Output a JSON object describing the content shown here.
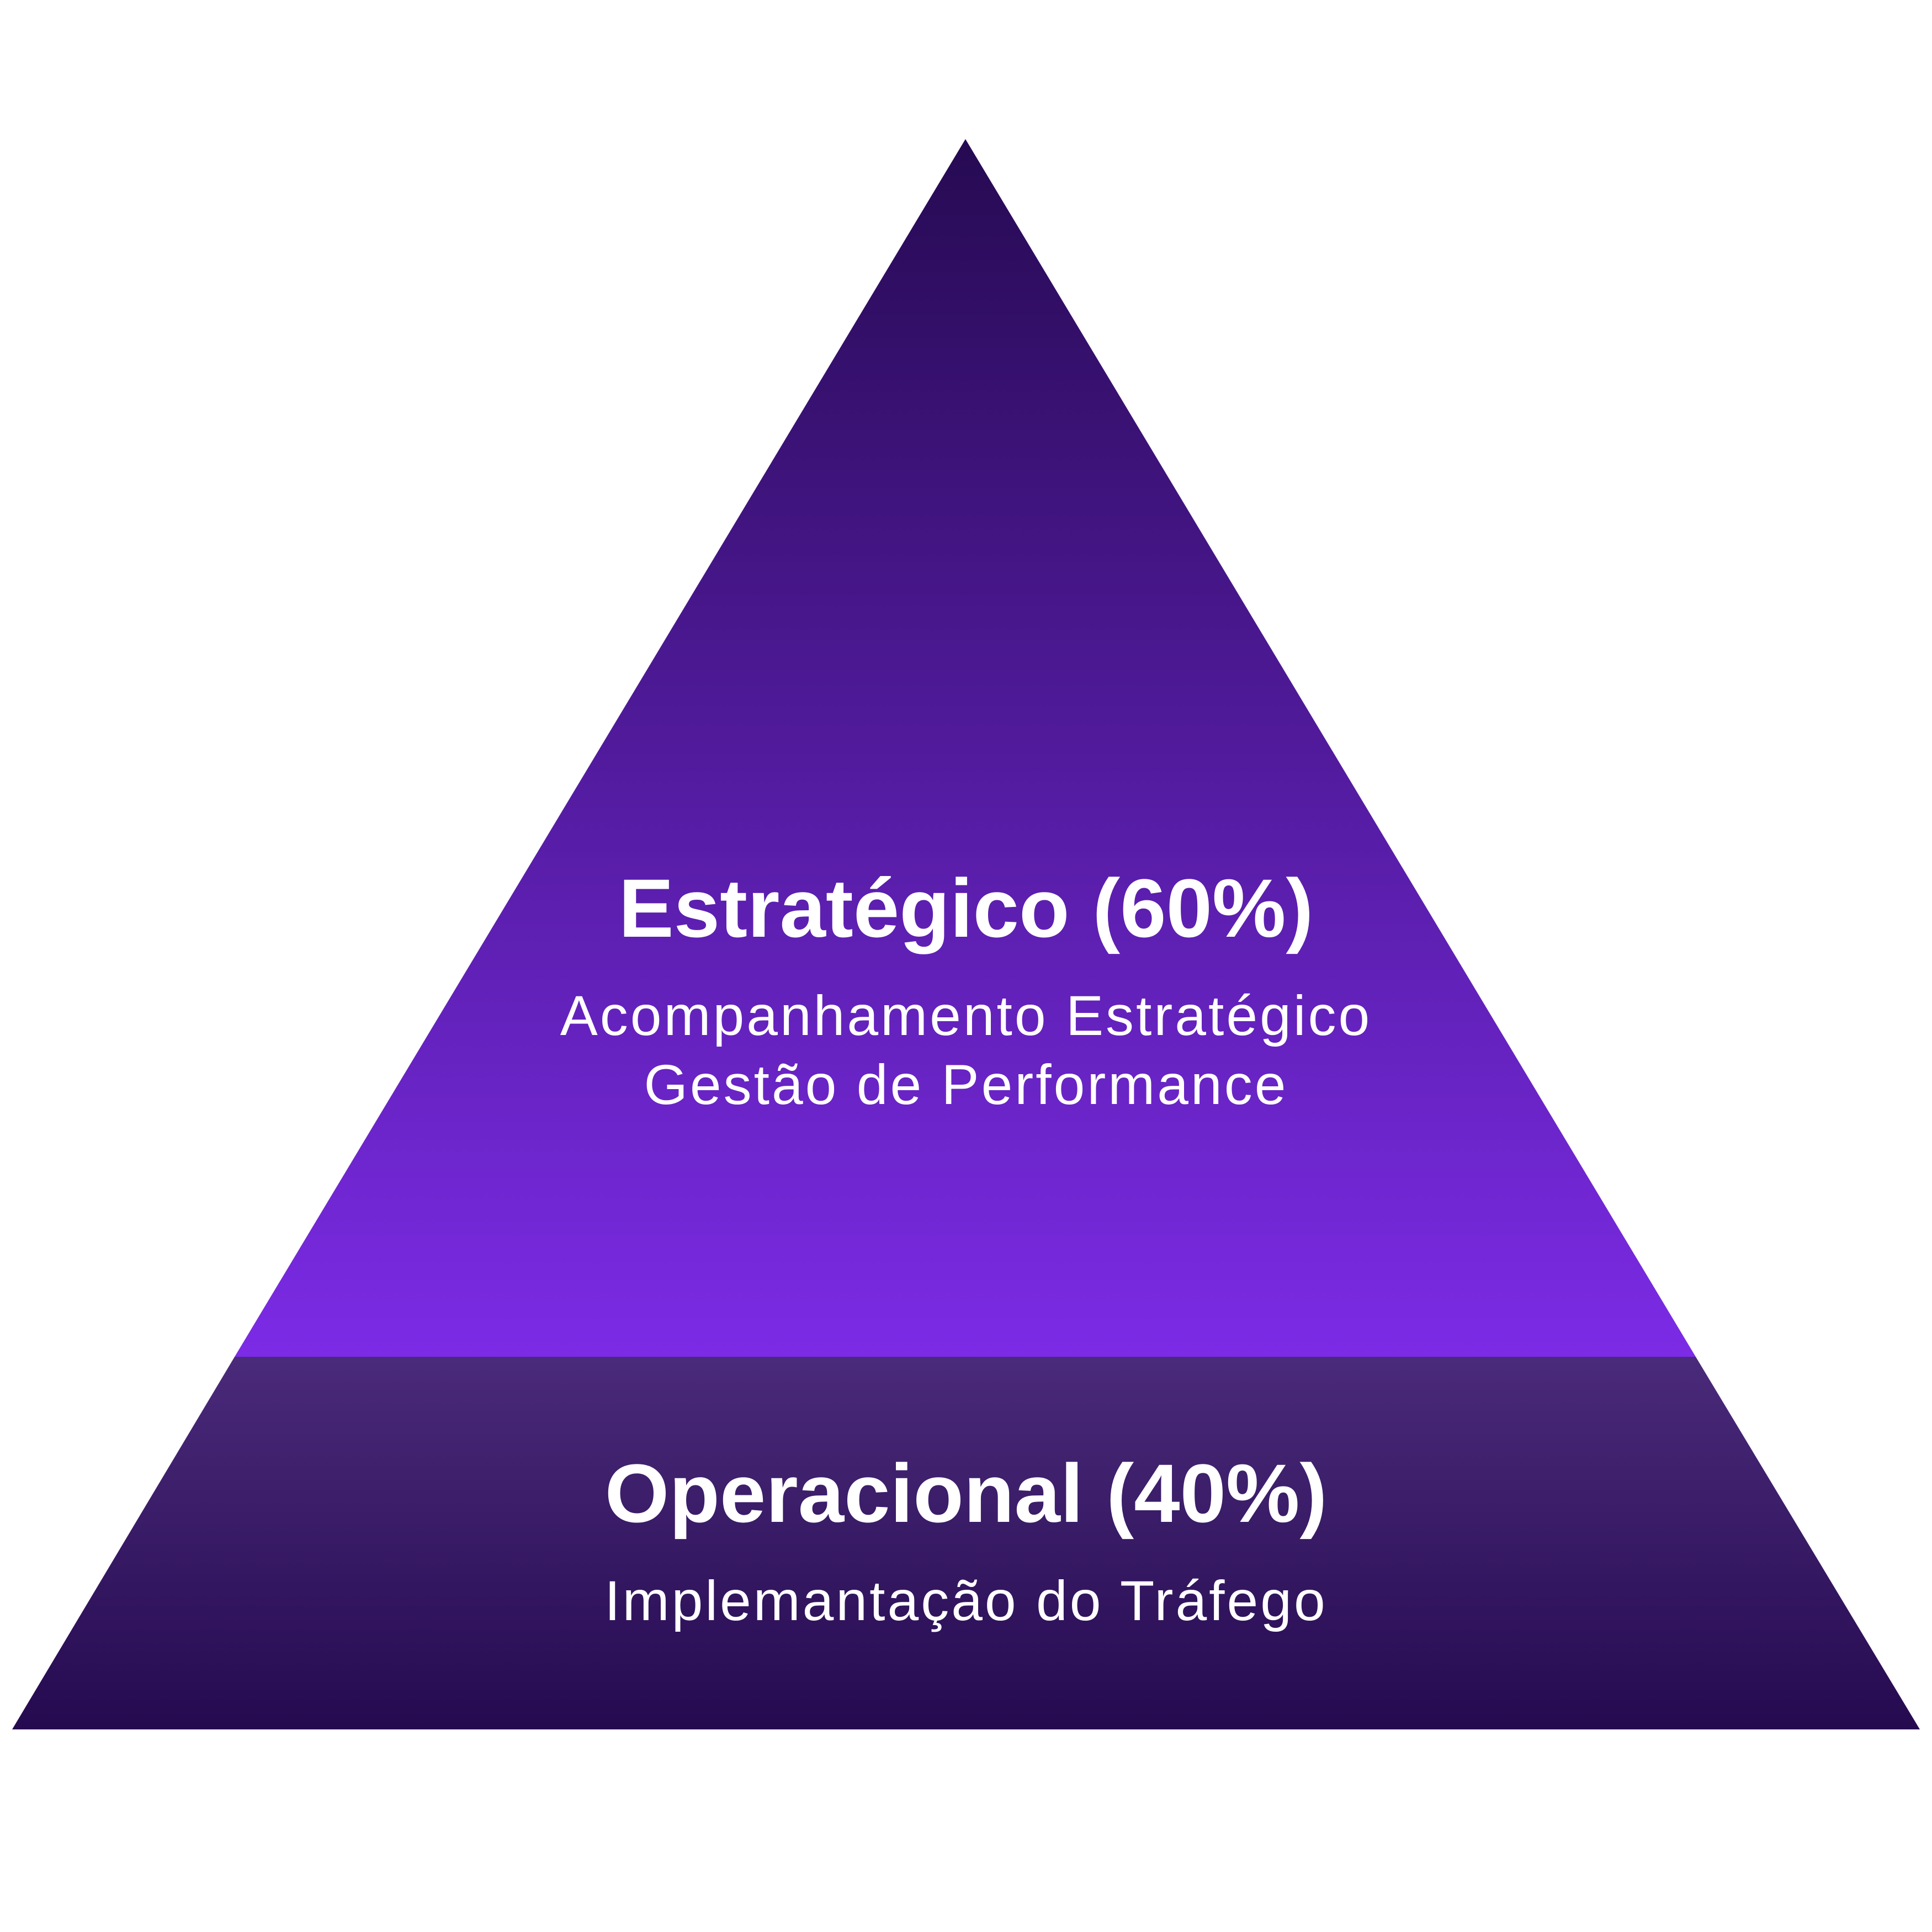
{
  "pyramid": {
    "top": {
      "title": "Estratégico (60%)",
      "share_percent": 60,
      "lines": [
        "Acompanhamento Estratégico",
        "Gestão de Performance"
      ],
      "gradient_colors": [
        "#260a52",
        "#7c2be6"
      ]
    },
    "bottom": {
      "title": "Operacional (40%)",
      "share_percent": 40,
      "lines": [
        "Implemantação do Tráfego"
      ],
      "gradient_colors": [
        "#4a2a7a",
        "#250a50"
      ]
    },
    "text_color": "#ffffff",
    "background": "#ffffff"
  }
}
